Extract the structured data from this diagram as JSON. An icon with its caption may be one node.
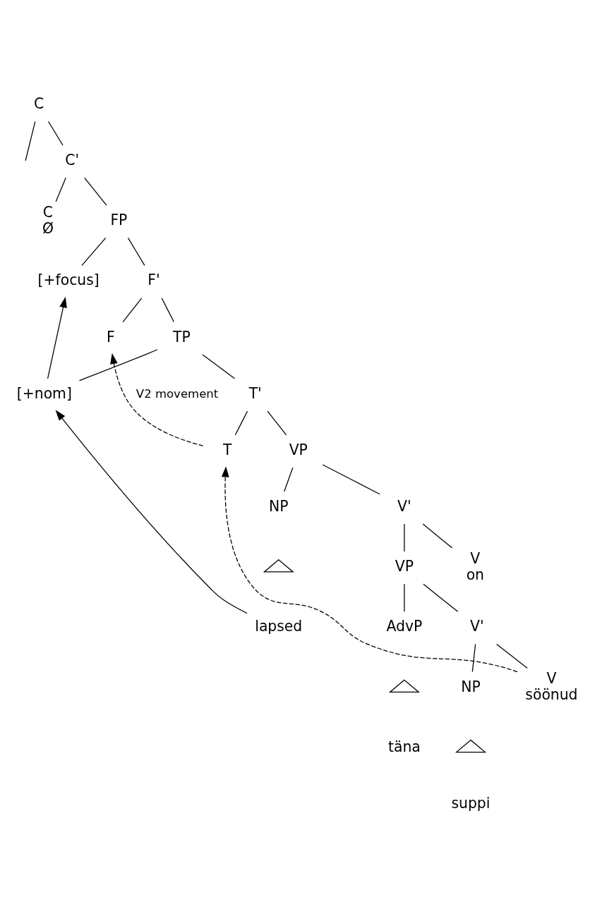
{
  "diagram": {
    "nodes": [
      {
        "text": [
          "C"
        ]
      },
      {
        "text": [
          "C'"
        ]
      },
      {
        "text": [
          "C",
          "Ø"
        ]
      },
      {
        "text": [
          "FP"
        ]
      },
      {
        "text": [
          "[+focus]"
        ]
      },
      {
        "text": [
          "F'"
        ]
      },
      {
        "text": [
          "F"
        ]
      },
      {
        "text": [
          "TP"
        ]
      },
      {
        "text": [
          "[+nom]"
        ]
      },
      {
        "text": [
          "T'"
        ]
      },
      {
        "text": [
          "T"
        ]
      },
      {
        "text": [
          "VP"
        ]
      },
      {
        "text": [
          "NP"
        ]
      },
      {
        "text": [],
        "shape": "triangle"
      },
      {
        "text": [
          "lapsed"
        ]
      },
      {
        "text": [
          "V'"
        ]
      },
      {
        "text": [
          "VP"
        ]
      },
      {
        "text": [
          "V",
          "on"
        ]
      },
      {
        "text": [
          "AdvP"
        ]
      },
      {
        "text": [],
        "shape": "triangle"
      },
      {
        "text": [
          "täna"
        ]
      },
      {
        "text": [
          "V'"
        ]
      },
      {
        "text": [
          "NP"
        ]
      },
      {
        "text": [],
        "shape": "triangle"
      },
      {
        "text": [
          "suppi"
        ]
      },
      {
        "text": [
          "V",
          "söönud"
        ]
      }
    ],
    "edges": [
      {
        "from": 0,
        "to": null,
        "arrow": "none"
      },
      {
        "from": 0,
        "to": 1,
        "arrow": "none"
      },
      {
        "from": 1,
        "to": 2,
        "arrow": "none"
      },
      {
        "from": 1,
        "to": 3,
        "arrow": "none"
      },
      {
        "from": 3,
        "to": 4,
        "arrow": "none"
      },
      {
        "from": 3,
        "to": 5,
        "arrow": "none"
      },
      {
        "from": 5,
        "to": 6,
        "arrow": "none"
      },
      {
        "from": 5,
        "to": 7,
        "arrow": "none"
      },
      {
        "from": 7,
        "to": 8,
        "arrow": "none"
      },
      {
        "from": 7,
        "to": 9,
        "arrow": "none"
      },
      {
        "from": 9,
        "to": 10,
        "arrow": "none"
      },
      {
        "from": 9,
        "to": 11,
        "arrow": "none"
      },
      {
        "from": 11,
        "to": 12,
        "arrow": "none"
      },
      {
        "from": 11,
        "to": 15,
        "arrow": "none"
      },
      {
        "from": 15,
        "to": 16,
        "arrow": "none"
      },
      {
        "from": 15,
        "to": 17,
        "arrow": "none"
      },
      {
        "from": 16,
        "to": 18,
        "arrow": "none"
      },
      {
        "from": 16,
        "to": 21,
        "arrow": "none"
      },
      {
        "from": 21,
        "to": 22,
        "arrow": "none"
      },
      {
        "from": 21,
        "to": 25,
        "arrow": "none"
      },
      {
        "from": 14,
        "to": 8,
        "arrow": "to"
      },
      {
        "from": 8,
        "to": 4,
        "arrow": "to"
      },
      {
        "from": 25,
        "to": 10,
        "arrow": "to",
        "style": "dashed"
      },
      {
        "from": 10,
        "to": 6,
        "arrow": "to",
        "style": "dashed",
        "label": "V2 movement"
      }
    ]
  }
}
